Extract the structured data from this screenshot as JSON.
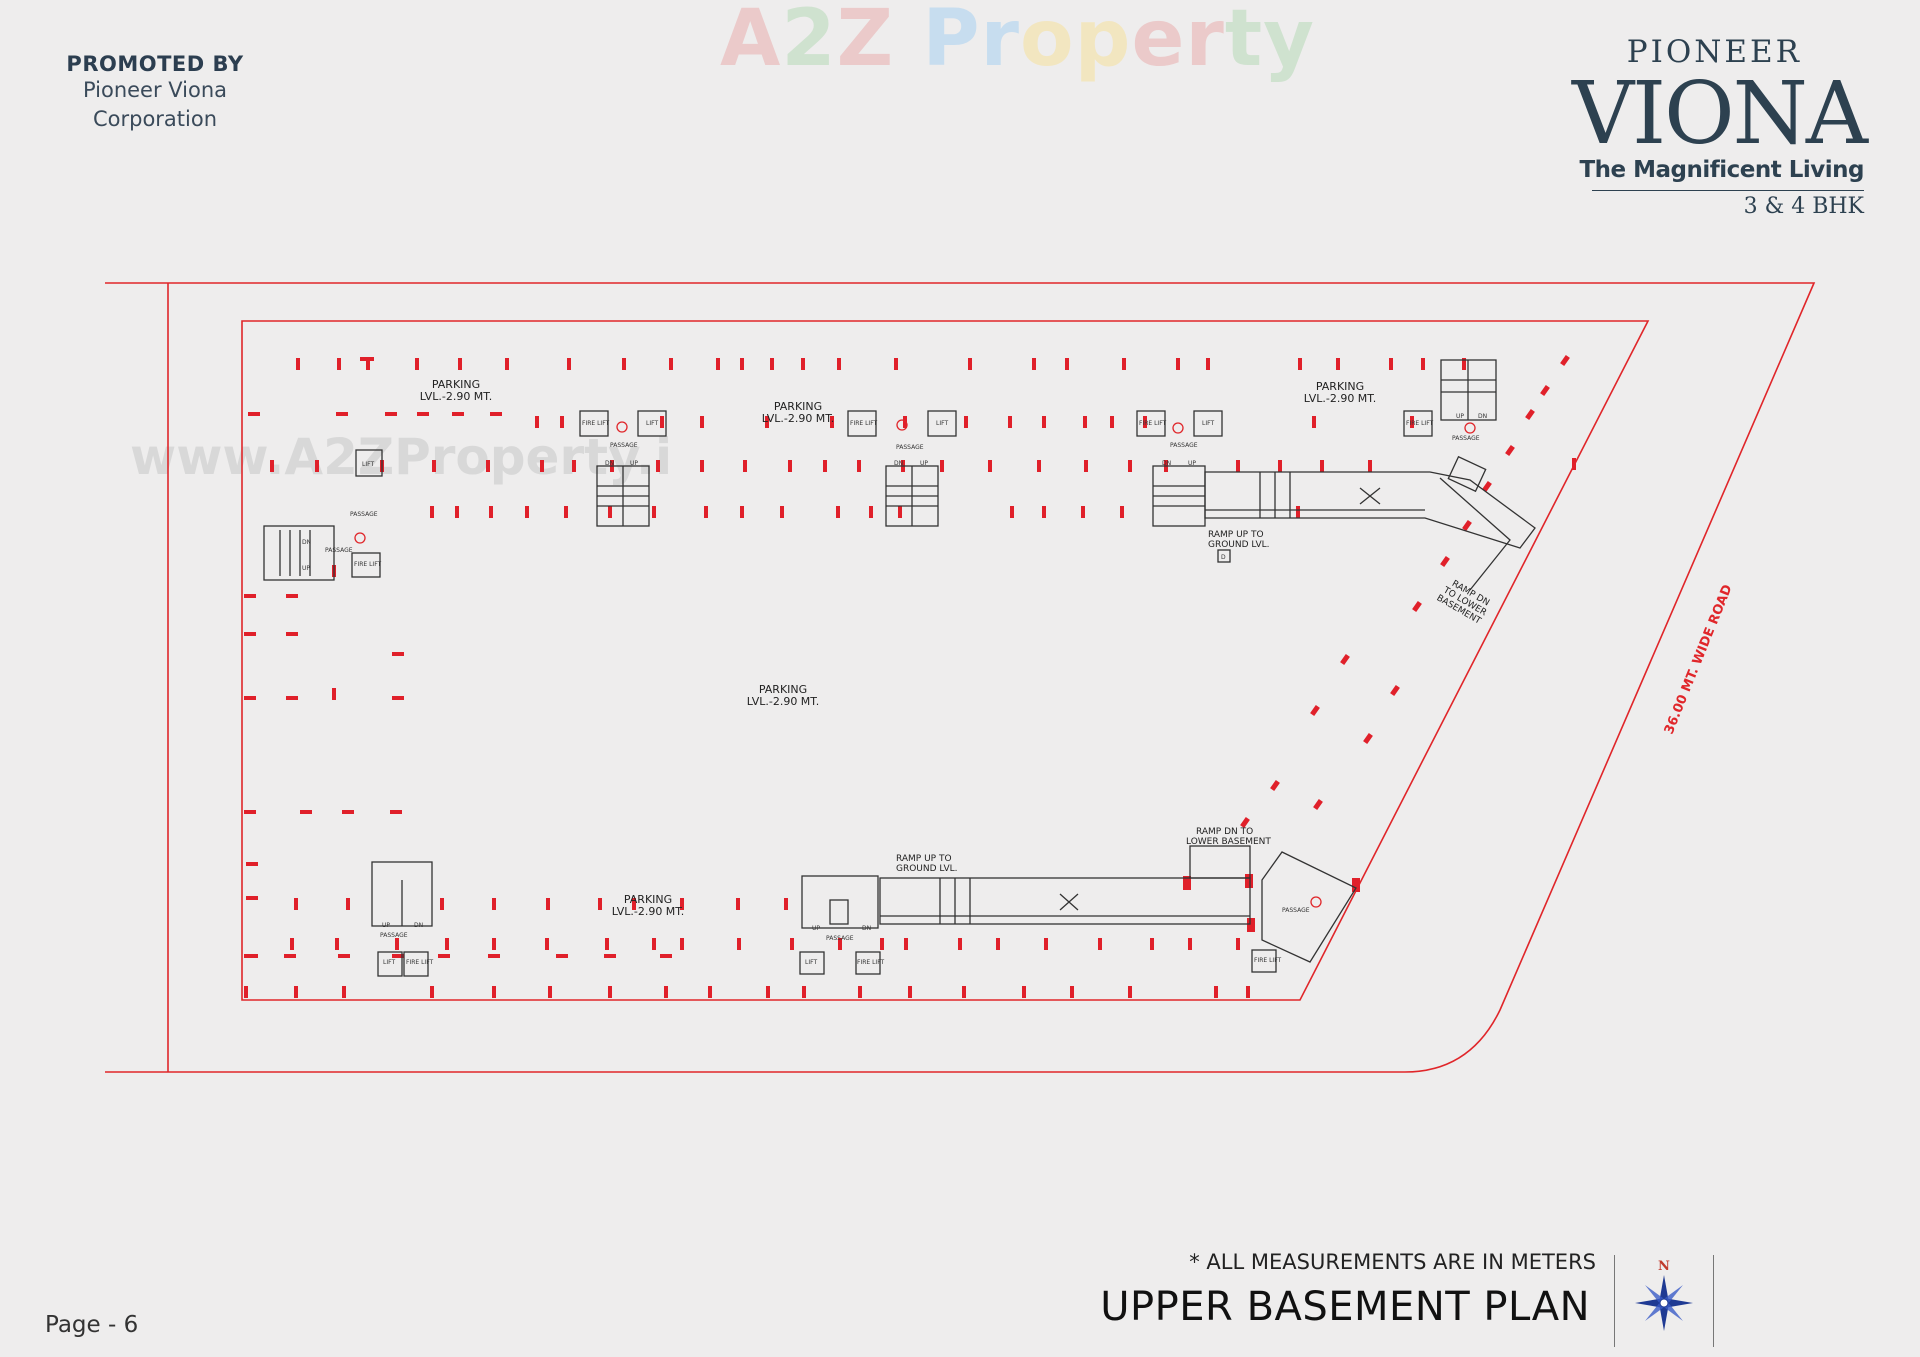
{
  "header": {
    "promoted_heading": "PROMOTED BY",
    "promoter_line1": "Pioneer Viona",
    "promoter_line2": "Corporation"
  },
  "watermark": {
    "letters": [
      "A",
      "2",
      "Z",
      " ",
      "P",
      "r",
      "o",
      "p",
      "e",
      "r",
      "t",
      "y"
    ],
    "colors": [
      "#e57373",
      "#81c784",
      "#e57373",
      "#ffffff",
      "#64b5f6",
      "#64b5f6",
      "#ffd54f",
      "#ffd54f",
      "#e57373",
      "#e57373",
      "#81c784",
      "#81c784"
    ],
    "url": "www.A2ZProperty.i"
  },
  "brand": {
    "pioneer": "PIONEER",
    "viona": "VIONA",
    "tagline": "The Magnificent Living",
    "bhk": "3 & 4 BHK"
  },
  "plan": {
    "road_label": "36.00 MT. WIDE ROAD",
    "parking_labels": [
      {
        "line1": "PARKING",
        "line2": "LVL.-2.90 MT."
      },
      {
        "line1": "PARKING",
        "line2": "LVL.-2.90 MT."
      },
      {
        "line1": "PARKING",
        "line2": "LVL.-2.90 MT."
      },
      {
        "line1": "PARKING",
        "line2": "LVL.-2.90 MT."
      },
      {
        "line1": "PARKING",
        "line2": "LVL.-2.90 MT."
      }
    ],
    "ramp_up_top": {
      "line1": "RAMP UP TO",
      "line2": "GROUND LVL."
    },
    "ramp_dn_right": {
      "line1": "RAMP DN",
      "line2": "TO LOWER",
      "line3": "BASEMENT"
    },
    "ramp_up_bottom": {
      "line1": "RAMP UP TO",
      "line2": "GROUND LVL."
    },
    "ramp_dn_bottom": {
      "line1": "RAMP DN TO",
      "line2": "LOWER BASEMENT"
    },
    "core_labels": {
      "fire_lift": "FIRE LIFT",
      "lift": "LIFT",
      "passage": "PASSAGE",
      "dn": "DN",
      "up": "UP",
      "d_marker": "D"
    }
  },
  "footer": {
    "page_label": "Page - 6",
    "note": "* ALL MEASUREMENTS ARE IN METERS",
    "title": "UPPER BASEMENT PLAN",
    "compass_north": "N"
  },
  "colors": {
    "plan_line": "#e0262a",
    "column": "#e0202a",
    "core_line": "#333333",
    "brand_navy": "#2d4150"
  }
}
